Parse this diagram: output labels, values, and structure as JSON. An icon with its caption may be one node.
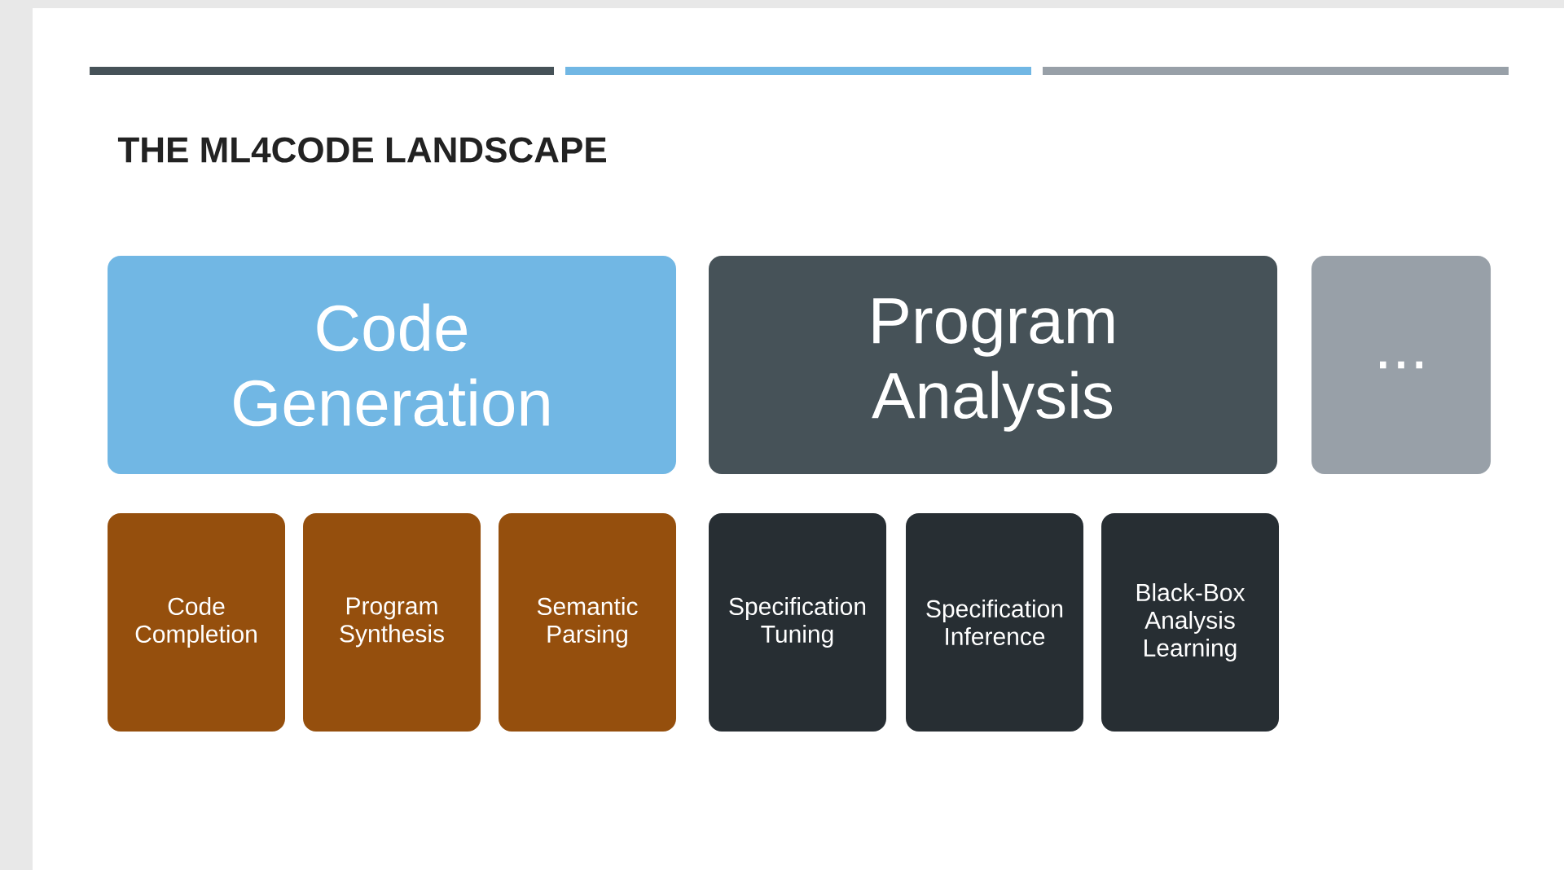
{
  "diagram": {
    "title": "THE ML4CODE LANDSCAPE",
    "nodes": [
      {
        "text": [
          "Code Generation"
        ]
      },
      {
        "text": [
          "Program Analysis"
        ]
      },
      {
        "text": [
          "..."
        ]
      },
      {
        "text": [
          "Code Completion"
        ]
      },
      {
        "text": [
          "Program Synthesis"
        ]
      },
      {
        "text": [
          "Semantic Parsing"
        ]
      },
      {
        "text": [
          "Specification Tuning"
        ]
      },
      {
        "text": [
          "Specification Inference"
        ]
      },
      {
        "text": [
          "Black-Box Analysis Learning"
        ]
      }
    ]
  }
}
